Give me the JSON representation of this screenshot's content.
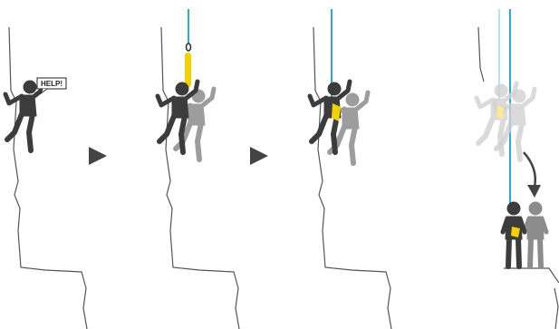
{
  "speech_bubble": {
    "text": "HELP!"
  },
  "panels": [
    {
      "id": "panel-1",
      "step": "call-for-help"
    },
    {
      "id": "panel-2",
      "step": "rescuer-descends-on-rope"
    },
    {
      "id": "panel-3",
      "step": "rescuer-attaches-victim"
    },
    {
      "id": "panel-4",
      "step": "lowered-to-ledge"
    }
  ],
  "icons": {
    "arrow": "play-triangle-icon",
    "descent": "curved-down-arrow-icon"
  },
  "colors": {
    "rock_outline": "#555555",
    "rope": "#2ea9dc",
    "rope_faded": "#b7e1f3",
    "victim": "#3c3c3c",
    "rescuer": "#8c8c8c",
    "ghost": "#d2d2d2",
    "sling": "#f2d100",
    "arrow": "#444444"
  }
}
